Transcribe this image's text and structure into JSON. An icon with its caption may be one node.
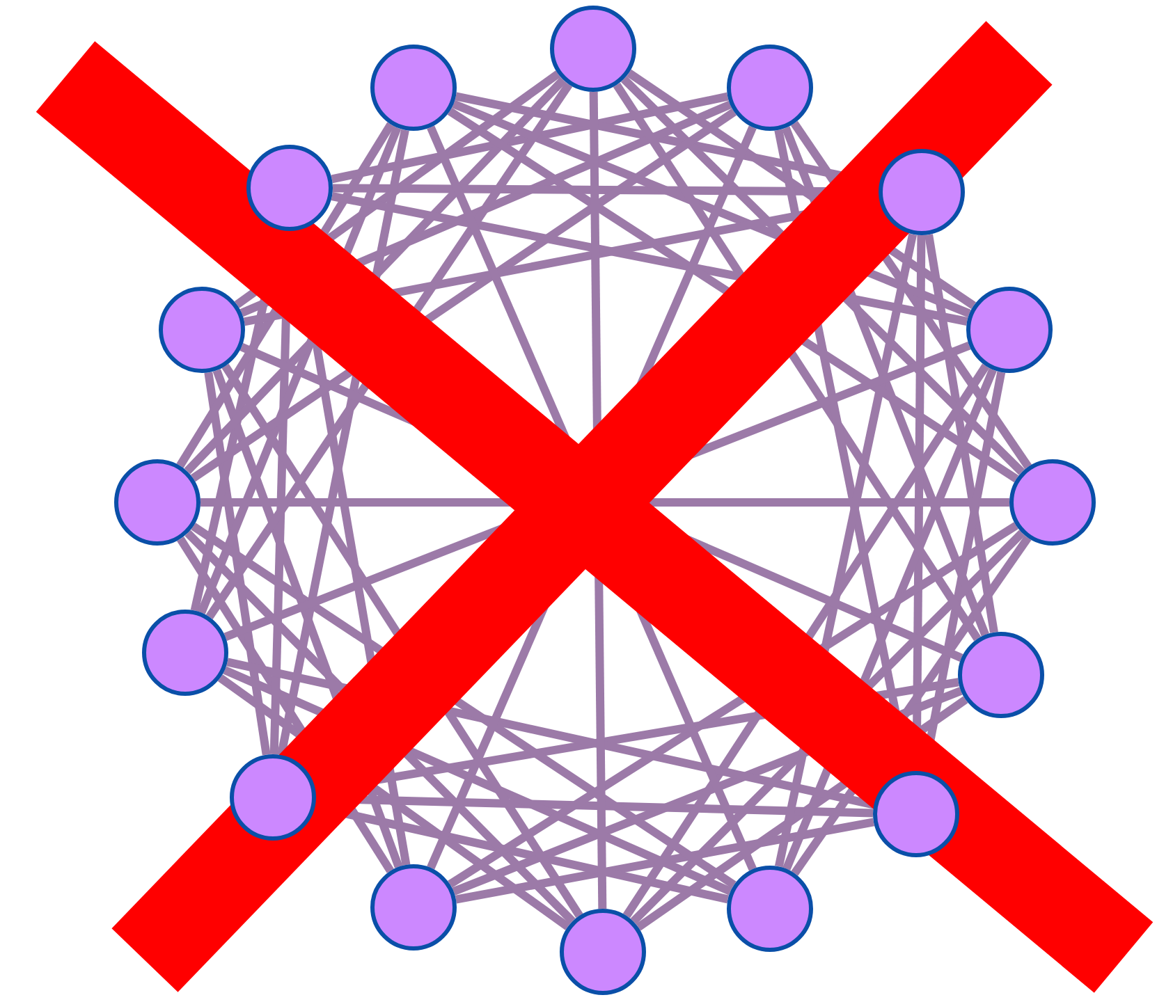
{
  "diagram": {
    "nodes": [
      {
        "text": [],
        "shape": "circle"
      },
      {
        "text": [],
        "shape": "circle"
      },
      {
        "text": [],
        "shape": "circle"
      },
      {
        "text": [],
        "shape": "circle"
      },
      {
        "text": [],
        "shape": "circle"
      },
      {
        "text": [],
        "shape": "circle"
      },
      {
        "text": [],
        "shape": "circle"
      },
      {
        "text": [],
        "shape": "circle"
      },
      {
        "text": [],
        "shape": "circle"
      },
      {
        "text": [],
        "shape": "circle"
      },
      {
        "text": [],
        "shape": "circle"
      },
      {
        "text": [],
        "shape": "circle"
      },
      {
        "text": [],
        "shape": "circle"
      },
      {
        "text": [],
        "shape": "circle"
      },
      {
        "text": [],
        "shape": "circle"
      },
      {
        "text": [],
        "shape": "circle"
      }
    ],
    "edges": [
      {
        "from": 0,
        "to": 3,
        "arrow": "none"
      },
      {
        "from": 1,
        "to": 4,
        "arrow": "none"
      },
      {
        "from": 2,
        "to": 5,
        "arrow": "none"
      },
      {
        "from": 3,
        "to": 6,
        "arrow": "none"
      },
      {
        "from": 4,
        "to": 7,
        "arrow": "none"
      },
      {
        "from": 5,
        "to": 8,
        "arrow": "none"
      },
      {
        "from": 6,
        "to": 9,
        "arrow": "none"
      },
      {
        "from": 7,
        "to": 10,
        "arrow": "none"
      },
      {
        "from": 8,
        "to": 11,
        "arrow": "none"
      },
      {
        "from": 9,
        "to": 12,
        "arrow": "none"
      },
      {
        "from": 10,
        "to": 13,
        "arrow": "none"
      },
      {
        "from": 11,
        "to": 14,
        "arrow": "none"
      },
      {
        "from": 12,
        "to": 15,
        "arrow": "none"
      },
      {
        "from": 13,
        "to": 0,
        "arrow": "none"
      },
      {
        "from": 14,
        "to": 1,
        "arrow": "none"
      },
      {
        "from": 15,
        "to": 2,
        "arrow": "none"
      },
      {
        "from": 0,
        "to": 4,
        "arrow": "none"
      },
      {
        "from": 1,
        "to": 5,
        "arrow": "none"
      },
      {
        "from": 2,
        "to": 6,
        "arrow": "none"
      },
      {
        "from": 3,
        "to": 7,
        "arrow": "none"
      },
      {
        "from": 4,
        "to": 8,
        "arrow": "none"
      },
      {
        "from": 5,
        "to": 9,
        "arrow": "none"
      },
      {
        "from": 6,
        "to": 10,
        "arrow": "none"
      },
      {
        "from": 7,
        "to": 11,
        "arrow": "none"
      },
      {
        "from": 8,
        "to": 12,
        "arrow": "none"
      },
      {
        "from": 9,
        "to": 13,
        "arrow": "none"
      },
      {
        "from": 10,
        "to": 14,
        "arrow": "none"
      },
      {
        "from": 11,
        "to": 15,
        "arrow": "none"
      },
      {
        "from": 12,
        "to": 0,
        "arrow": "none"
      },
      {
        "from": 13,
        "to": 1,
        "arrow": "none"
      },
      {
        "from": 14,
        "to": 2,
        "arrow": "none"
      },
      {
        "from": 15,
        "to": 3,
        "arrow": "none"
      },
      {
        "from": 0,
        "to": 5,
        "arrow": "none"
      },
      {
        "from": 1,
        "to": 6,
        "arrow": "none"
      },
      {
        "from": 2,
        "to": 7,
        "arrow": "none"
      },
      {
        "from": 3,
        "to": 8,
        "arrow": "none"
      },
      {
        "from": 4,
        "to": 9,
        "arrow": "none"
      },
      {
        "from": 5,
        "to": 10,
        "arrow": "none"
      },
      {
        "from": 6,
        "to": 11,
        "arrow": "none"
      },
      {
        "from": 7,
        "to": 12,
        "arrow": "none"
      },
      {
        "from": 8,
        "to": 13,
        "arrow": "none"
      },
      {
        "from": 9,
        "to": 14,
        "arrow": "none"
      },
      {
        "from": 10,
        "to": 15,
        "arrow": "none"
      },
      {
        "from": 11,
        "to": 0,
        "arrow": "none"
      },
      {
        "from": 12,
        "to": 1,
        "arrow": "none"
      },
      {
        "from": 13,
        "to": 2,
        "arrow": "none"
      },
      {
        "from": 14,
        "to": 3,
        "arrow": "none"
      },
      {
        "from": 15,
        "to": 4,
        "arrow": "none"
      },
      {
        "from": 0,
        "to": 8,
        "arrow": "none"
      },
      {
        "from": 1,
        "to": 9,
        "arrow": "none"
      },
      {
        "from": 3,
        "to": 11,
        "arrow": "none"
      },
      {
        "from": 4,
        "to": 12,
        "arrow": "none"
      },
      {
        "from": 5,
        "to": 13,
        "arrow": "none"
      },
      {
        "from": 7,
        "to": 15,
        "arrow": "none"
      }
    ]
  }
}
